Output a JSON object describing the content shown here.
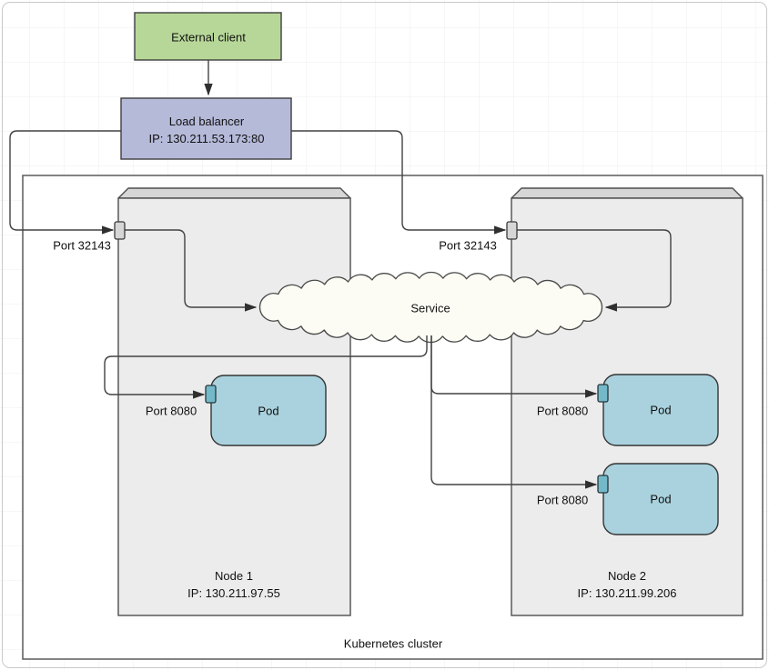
{
  "diagram": {
    "external_client": {
      "label": "External client"
    },
    "load_balancer": {
      "title": "Load balancer",
      "ip": "IP: 130.211.53.173:80"
    },
    "service": {
      "label": "Service"
    },
    "cluster_label": "Kubernetes cluster",
    "nodes": [
      {
        "title": "Node 1",
        "ip": "IP: 130.211.97.55",
        "port_label": "Port 32143",
        "pods": [
          {
            "label": "Pod",
            "port_label": "Port 8080"
          }
        ]
      },
      {
        "title": "Node 2",
        "ip": "IP: 130.211.99.206",
        "port_label": "Port 32143",
        "pods": [
          {
            "label": "Pod",
            "port_label": "Port 8080"
          },
          {
            "label": "Pod",
            "port_label": "Port 8080"
          }
        ]
      }
    ],
    "colors": {
      "external_client_fill": "#b7d798",
      "load_balancer_fill": "#b6bad9",
      "pod_fill": "#a9d2de",
      "pod_port_fill": "#74b9c9",
      "node_port_fill": "#d6d6d6",
      "node_fill": "#ececec",
      "node_top_fill": "#d6d6d6",
      "cloud_fill": "#fcfcf4",
      "line_color": "#424242"
    }
  }
}
